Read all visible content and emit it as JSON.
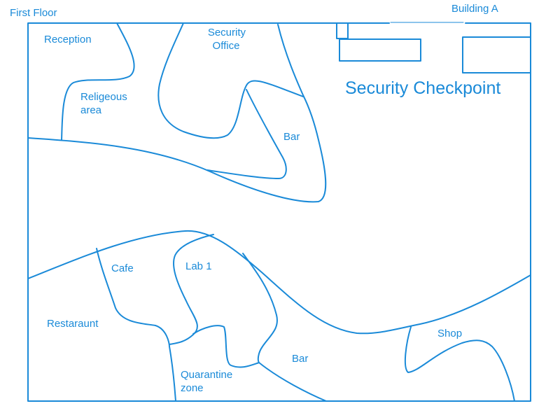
{
  "floor_label": "First Floor",
  "building_label": "Building A",
  "colors": {
    "line": "#1a8ad8",
    "background": "#ffffff"
  },
  "areas": {
    "reception": "Reception",
    "security_office": [
      "Security",
      "Office"
    ],
    "religious_area": [
      "Religeous",
      "area"
    ],
    "bar_upper": "Bar",
    "checkpoint": "Security Checkpoint",
    "cafe": "Cafe",
    "lab": "Lab 1",
    "restaurant": "Restaraunt",
    "quarantine": [
      "Quarantine",
      "zone"
    ],
    "bar_lower": "Bar",
    "shop": "Shop"
  }
}
